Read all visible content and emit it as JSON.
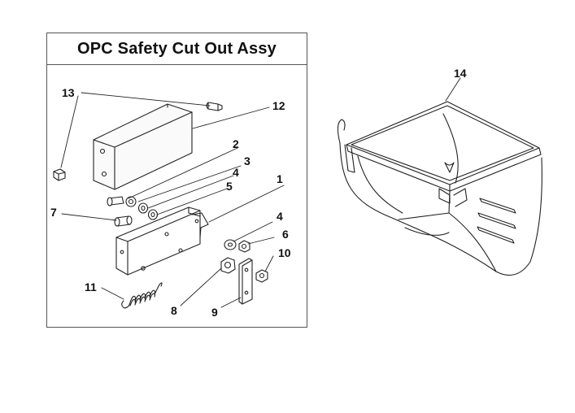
{
  "diagram": {
    "title": "OPC Safety Cut Out Assy",
    "callouts": {
      "c1": "1",
      "c2": "2",
      "c3": "3",
      "c4a": "4",
      "c4b": "4",
      "c5": "5",
      "c6": "6",
      "c7": "7",
      "c8": "8",
      "c9": "9",
      "c10": "10",
      "c11": "11",
      "c12": "12",
      "c13": "13",
      "c14": "14"
    }
  }
}
